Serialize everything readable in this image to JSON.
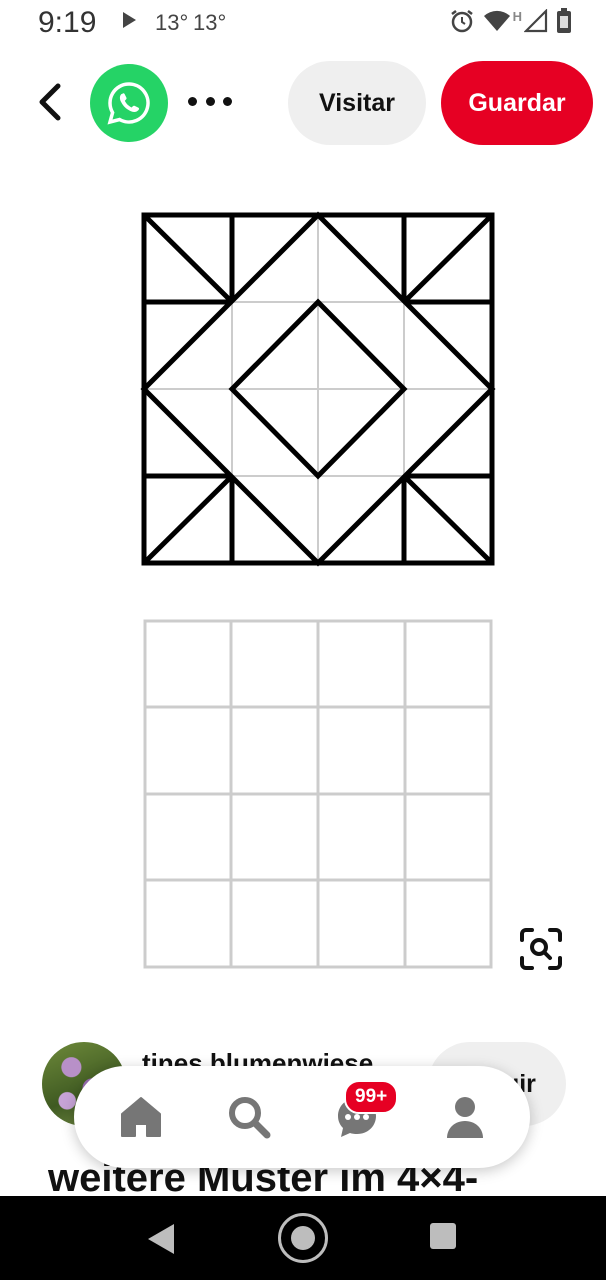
{
  "status_bar": {
    "time": "9:19",
    "temp_1": "13°",
    "temp_2": "13°",
    "icons": [
      "play-icon",
      "alarm-icon",
      "wifi-icon",
      "h-network-icon",
      "signal-icon",
      "battery-icon"
    ],
    "network_letter": "H"
  },
  "top_bar": {
    "visit_label": "Visitar",
    "save_label": "Guardar",
    "icons": [
      "back-arrow-icon",
      "whatsapp-icon",
      "more-icon"
    ]
  },
  "pin": {
    "title": "weitere Muster im 4×4-",
    "creator_name": "tines blumenwiese",
    "follow_label": "Seguir"
  },
  "bottom_nav": {
    "items": [
      "home-icon",
      "search-icon",
      "messages-icon",
      "profile-icon"
    ],
    "messages_badge": "99+"
  },
  "android_nav": {
    "items": [
      "back-icon",
      "home-circle-icon",
      "recents-icon"
    ]
  },
  "colors": {
    "brand_red": "#e60023",
    "whatsapp_green": "#25d366",
    "pill_gray": "#efefef",
    "nav_icon_gray": "#767676"
  }
}
